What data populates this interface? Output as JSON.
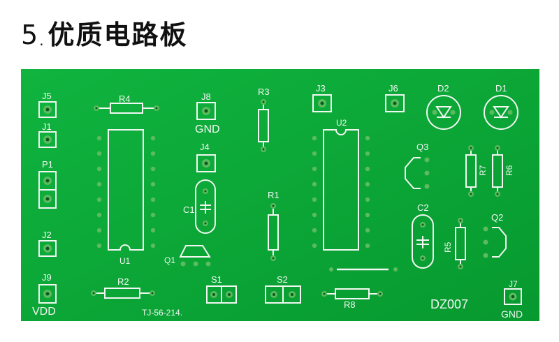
{
  "title": {
    "number": "5",
    "separator": ".",
    "text": "优质电路板"
  },
  "board": {
    "id_text": "DZ007",
    "serial_text": "TJ-56-214.",
    "colors": {
      "board": "#0aa837",
      "board_dark": "#07932e",
      "silk": "#f2f7f2",
      "copper": "#5bbb5e",
      "hole": "#0a5a1f"
    }
  },
  "labels": {
    "J5": "J5",
    "J1": "J1",
    "P1": "P1",
    "J2": "J2",
    "J9": "J9",
    "VDD": "VDD",
    "R4": "R4",
    "U1": "U1",
    "R2": "R2",
    "J8": "J8",
    "GND_J8": "GND",
    "J4": "J4",
    "C1": "C1",
    "Q1": "Q1",
    "R3": "R3",
    "R1": "R1",
    "S1": "S1",
    "S2": "S2",
    "J3": "J3",
    "U2": "U2",
    "R8": "R8",
    "J6": "J6",
    "D2": "D2",
    "D1": "D1",
    "Q3": "Q3",
    "R7": "R7",
    "R6": "R6",
    "C2": "C2",
    "R5": "R5",
    "Q2": "Q2",
    "J7": "J7",
    "GND_J7": "GND"
  }
}
